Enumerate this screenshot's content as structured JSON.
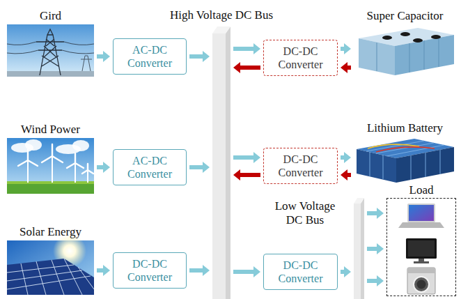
{
  "diagram": {
    "nodes": [
      {
        "text": [
          "Gird"
        ]
      },
      {
        "text": [
          "AC-DC Converter"
        ]
      },
      {
        "text": [
          "High Voltage DC Bus"
        ]
      },
      {
        "text": [
          "DC-DC Converter"
        ]
      },
      {
        "text": [
          "Super Capacitor"
        ]
      },
      {
        "text": [
          "Wind Power"
        ]
      },
      {
        "text": [
          "AC-DC Converter"
        ]
      },
      {
        "text": [
          "DC-DC Converter"
        ]
      },
      {
        "text": [
          "Lithium Battery"
        ]
      },
      {
        "text": [
          "Low Voltage DC Bus"
        ]
      },
      {
        "text": [
          "Load"
        ]
      },
      {
        "text": [
          "Solar Energy"
        ]
      },
      {
        "text": [
          "DC-DC Converter"
        ]
      },
      {
        "text": [
          "DC-DC Converter"
        ]
      }
    ],
    "edges": [
      {
        "from": 0,
        "to": 1,
        "arrow": "to"
      },
      {
        "from": 1,
        "to": 2,
        "arrow": "to"
      },
      {
        "from": 2,
        "to": 3,
        "arrow": "to"
      },
      {
        "from": 3,
        "to": 2,
        "arrow": "to"
      },
      {
        "from": 3,
        "to": 4,
        "arrow": "to"
      },
      {
        "from": 4,
        "to": 3,
        "arrow": "to"
      },
      {
        "from": 5,
        "to": 6,
        "arrow": "to"
      },
      {
        "from": 6,
        "to": 2,
        "arrow": "to"
      },
      {
        "from": 2,
        "to": 7,
        "arrow": "to"
      },
      {
        "from": 7,
        "to": 2,
        "arrow": "to"
      },
      {
        "from": 7,
        "to": 8,
        "arrow": "to"
      },
      {
        "from": 8,
        "to": 7,
        "arrow": "to"
      },
      {
        "from": 11,
        "to": 12,
        "arrow": "to"
      },
      {
        "from": 12,
        "to": 2,
        "arrow": "to"
      },
      {
        "from": 2,
        "to": 13,
        "arrow": "to"
      },
      {
        "from": 13,
        "to": 9,
        "arrow": "to"
      },
      {
        "from": 9,
        "to": 10,
        "arrow": "to"
      },
      {
        "from": 9,
        "to": 10,
        "arrow": "to"
      },
      {
        "from": 9,
        "to": 10,
        "arrow": "to"
      }
    ]
  }
}
